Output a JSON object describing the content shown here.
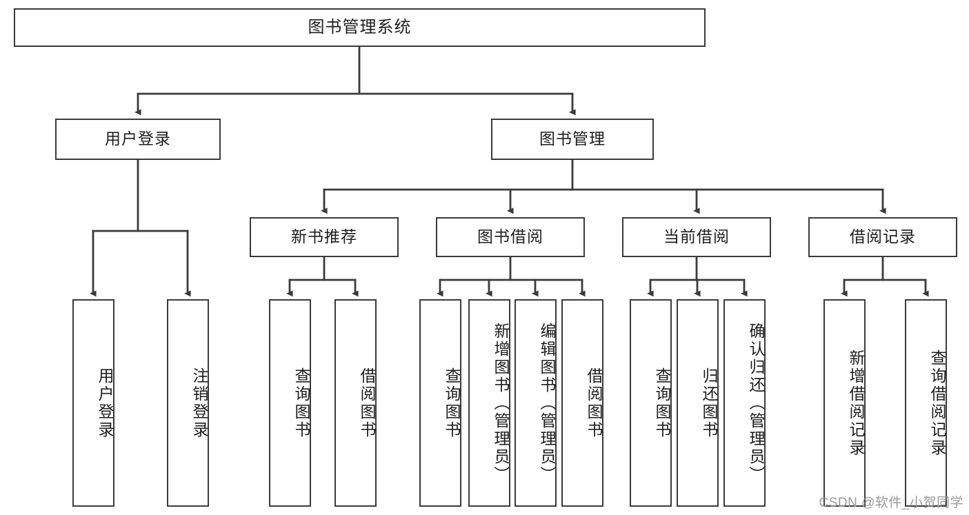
{
  "diagram": {
    "title": "图书管理系统",
    "type": "hierarchy-tree",
    "style": {
      "background": "#ffffff",
      "border_color": "#3a3a3a",
      "node_fill": "#ffffff",
      "text_color": "#1d1d1d",
      "watermark_color": "#9a9a9a"
    },
    "nodes": {
      "root": {
        "label": "图书管理系统",
        "level": 1
      },
      "l2": [
        {
          "id": "user-login",
          "label": "用户登录",
          "level": 2
        },
        {
          "id": "book-manage",
          "label": "图书管理",
          "level": 2
        }
      ],
      "l3": [
        {
          "id": "new-book-recommend",
          "label": "新书推荐",
          "level": 3,
          "parent": "book-manage"
        },
        {
          "id": "book-borrow",
          "label": "图书借阅",
          "level": 3,
          "parent": "book-manage"
        },
        {
          "id": "current-borrow",
          "label": "当前借阅",
          "level": 3,
          "parent": "book-manage"
        },
        {
          "id": "borrow-record",
          "label": "借阅记录",
          "level": 3,
          "parent": "book-manage"
        }
      ],
      "leaves": [
        {
          "id": "leaf-user-login",
          "label": "用户登录",
          "parent": "user-login"
        },
        {
          "id": "leaf-logout",
          "label": "注销登录",
          "parent": "user-login"
        },
        {
          "id": "leaf-query-book-1",
          "label": "查询图书",
          "parent": "new-book-recommend"
        },
        {
          "id": "leaf-borrow-book-1",
          "label": "借阅图书",
          "parent": "new-book-recommend"
        },
        {
          "id": "leaf-query-book-2",
          "label": "查询图书",
          "parent": "book-borrow"
        },
        {
          "id": "leaf-add-book",
          "label": "新增图书（管理员）",
          "parent": "book-borrow"
        },
        {
          "id": "leaf-edit-book",
          "label": "编辑图书（管理员）",
          "parent": "book-borrow"
        },
        {
          "id": "leaf-borrow-book-2",
          "label": "借阅图书",
          "parent": "book-borrow"
        },
        {
          "id": "leaf-query-book-3",
          "label": "查询图书",
          "parent": "current-borrow"
        },
        {
          "id": "leaf-return-book",
          "label": "归还图书",
          "parent": "current-borrow"
        },
        {
          "id": "leaf-confirm-return",
          "label": "确认归还（管理员）",
          "parent": "current-borrow"
        },
        {
          "id": "leaf-add-record",
          "label": "新增借阅记录",
          "parent": "borrow-record"
        },
        {
          "id": "leaf-query-record",
          "label": "查询借阅记录",
          "parent": "borrow-record"
        }
      ]
    },
    "watermark": "CSDN @软件_小贺同学"
  }
}
